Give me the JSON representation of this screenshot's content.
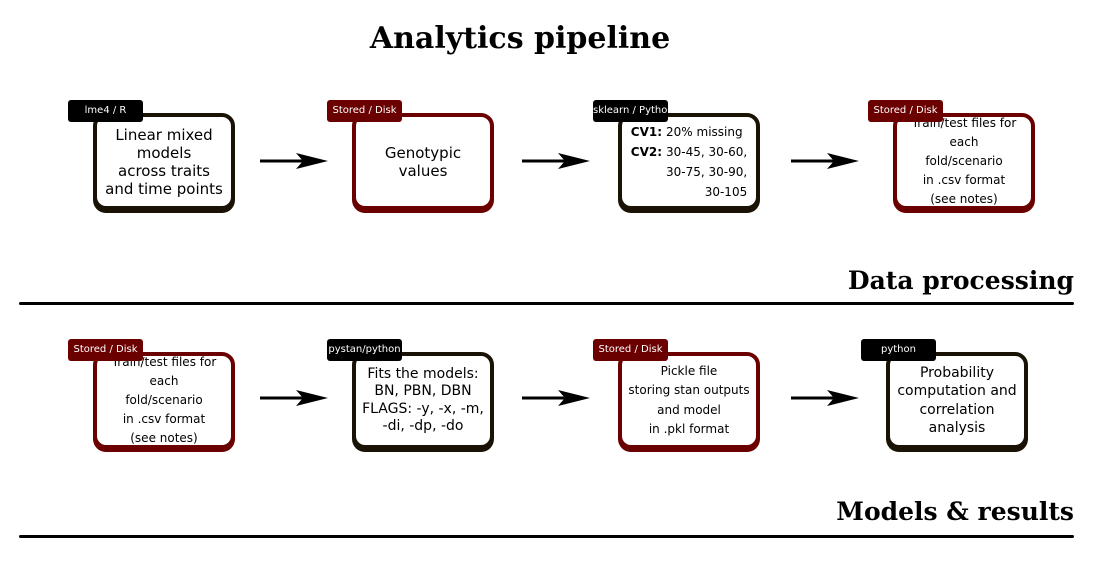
{
  "title": "Analytics pipeline",
  "sections": {
    "processing_label": "Data processing",
    "models_label": "Models & results"
  },
  "colors": {
    "disk": "#6b0000",
    "tool": "#1a1305",
    "tag_tool": "#000000"
  },
  "row1": [
    {
      "tag": "lme4 / R",
      "tag_kind": "tool",
      "text": "Linear mixed\nmodels\nacross traits\nand time points",
      "kind": "tool"
    },
    {
      "tag": "Stored / Disk",
      "tag_kind": "disk",
      "text": "Genotypic\nvalues",
      "kind": "disk"
    },
    {
      "tag": "sklearn / Python",
      "tag_kind": "tool",
      "kind": "tool",
      "cv1_key": "CV1:",
      "cv1_val": "20% missing",
      "cv2_key": "CV2:",
      "cv2_line1": "30-45, 30-60,",
      "cv2_line2": "30-75, 30-90,",
      "cv2_line3": "30-105"
    },
    {
      "tag": "Stored / Disk",
      "tag_kind": "disk",
      "text": "Train/test files for each\nfold/scenario\nin .csv format\n(see notes)",
      "kind": "disk"
    }
  ],
  "row2": [
    {
      "tag": "Stored / Disk",
      "tag_kind": "disk",
      "text": "Train/test files for each\nfold/scenario\nin .csv format\n(see notes)",
      "kind": "disk"
    },
    {
      "tag": "pystan/python",
      "tag_kind": "tool",
      "text": "Fits the models:\nBN, PBN, DBN\nFLAGS: -y, -x, -m,\n-di, -dp, -do",
      "kind": "tool"
    },
    {
      "tag": "Stored / Disk",
      "tag_kind": "disk",
      "text": "Pickle file\nstoring stan outputs\nand model\nin .pkl format",
      "kind": "disk"
    },
    {
      "tag": "python",
      "tag_kind": "tool",
      "text": "Probability\ncomputation and\ncorrelation analysis",
      "kind": "tool"
    }
  ]
}
